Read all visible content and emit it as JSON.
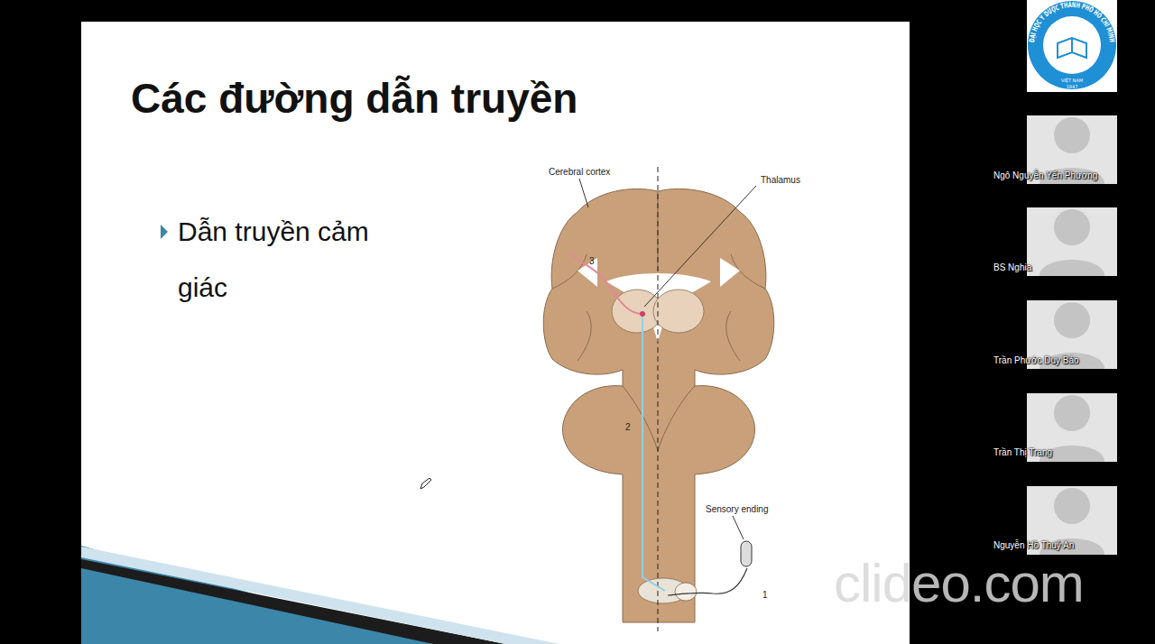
{
  "diagram": {
    "title": "Các đường dẫn truyền",
    "labels": [
      "Dẫn truyền cảm giác",
      "Cerebral cortex",
      "Thalamus",
      "3",
      "2",
      "Sensory ending",
      "1",
      "ĐẠI HỌC Y DƯỢC THÀNH PHỐ HỒ CHÍ MINH",
      "VIỆT NAM",
      "1947",
      "Ngô Nguyễn Yến Phương",
      "BS Nghia",
      "Trần Phước Duy Bảo",
      "Trần Thị Trang",
      "Nguyễn Hồ Thuỷ An",
      "clideo.com"
    ]
  }
}
